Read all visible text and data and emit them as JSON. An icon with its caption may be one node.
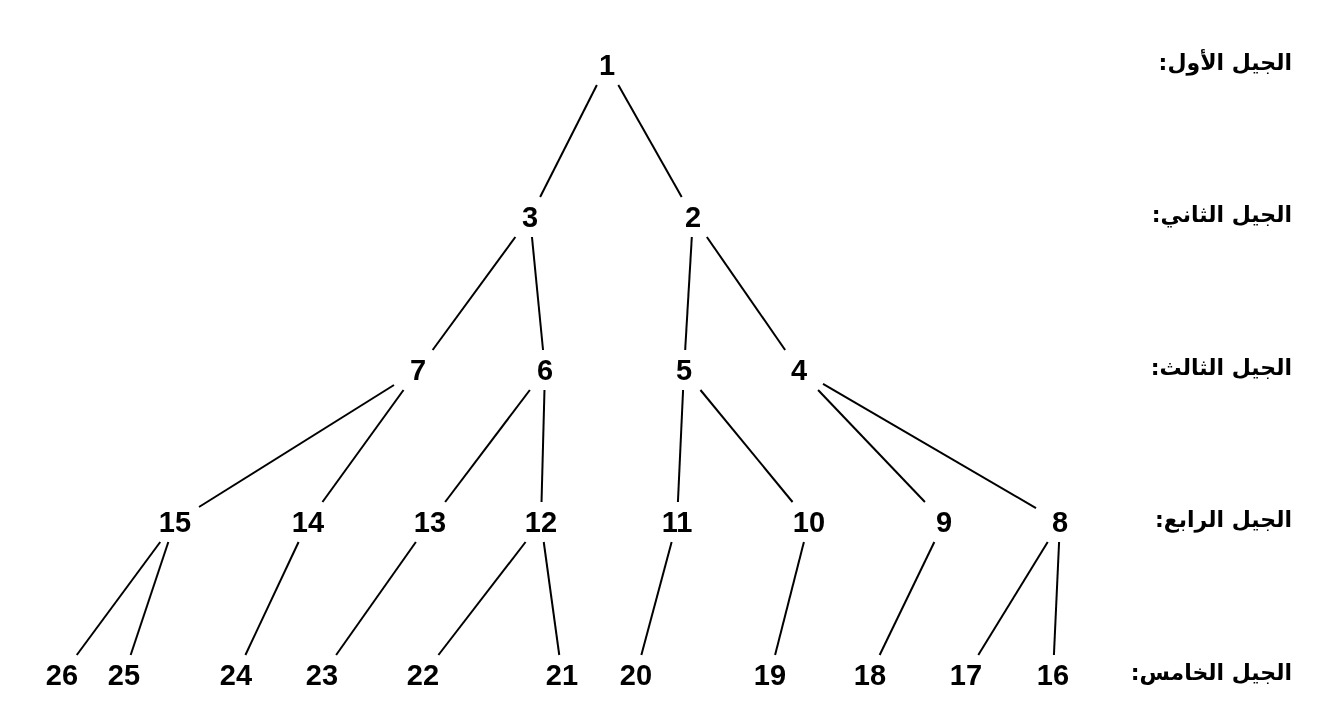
{
  "diagram": {
    "nodes": [
      {
        "text": [
          "1"
        ]
      },
      {
        "text": [
          "2"
        ]
      },
      {
        "text": [
          "3"
        ]
      },
      {
        "text": [
          "4"
        ]
      },
      {
        "text": [
          "5"
        ]
      },
      {
        "text": [
          "6"
        ]
      },
      {
        "text": [
          "7"
        ]
      },
      {
        "text": [
          "8"
        ]
      },
      {
        "text": [
          "9"
        ]
      },
      {
        "text": [
          "10"
        ]
      },
      {
        "text": [
          "11"
        ]
      },
      {
        "text": [
          "12"
        ]
      },
      {
        "text": [
          "13"
        ]
      },
      {
        "text": [
          "14"
        ]
      },
      {
        "text": [
          "15"
        ]
      },
      {
        "text": [
          "16"
        ]
      },
      {
        "text": [
          "17"
        ]
      },
      {
        "text": [
          "18"
        ]
      },
      {
        "text": [
          "19"
        ]
      },
      {
        "text": [
          "20"
        ]
      },
      {
        "text": [
          "21"
        ]
      },
      {
        "text": [
          "22"
        ]
      },
      {
        "text": [
          "23"
        ]
      },
      {
        "text": [
          "24"
        ]
      },
      {
        "text": [
          "25"
        ]
      },
      {
        "text": [
          "26"
        ]
      }
    ],
    "edges": [
      {
        "from": 0,
        "to": 2,
        "arrow": "none"
      },
      {
        "from": 0,
        "to": 1,
        "arrow": "none"
      },
      {
        "from": 2,
        "to": 6,
        "arrow": "none"
      },
      {
        "from": 2,
        "to": 5,
        "arrow": "none"
      },
      {
        "from": 1,
        "to": 4,
        "arrow": "none"
      },
      {
        "from": 1,
        "to": 3,
        "arrow": "none"
      },
      {
        "from": 6,
        "to": 14,
        "arrow": "none"
      },
      {
        "from": 6,
        "to": 13,
        "arrow": "none"
      },
      {
        "from": 5,
        "to": 12,
        "arrow": "none"
      },
      {
        "from": 5,
        "to": 11,
        "arrow": "none"
      },
      {
        "from": 4,
        "to": 10,
        "arrow": "none"
      },
      {
        "from": 4,
        "to": 9,
        "arrow": "none"
      },
      {
        "from": 3,
        "to": 8,
        "arrow": "none"
      },
      {
        "from": 3,
        "to": 7,
        "arrow": "none"
      },
      {
        "from": 14,
        "to": 25,
        "arrow": "none"
      },
      {
        "from": 14,
        "to": 24,
        "arrow": "none"
      },
      {
        "from": 13,
        "to": 23,
        "arrow": "none"
      },
      {
        "from": 12,
        "to": 22,
        "arrow": "none"
      },
      {
        "from": 11,
        "to": 21,
        "arrow": "none"
      },
      {
        "from": 11,
        "to": 20,
        "arrow": "none"
      },
      {
        "from": 10,
        "to": 19,
        "arrow": "none"
      },
      {
        "from": 9,
        "to": 18,
        "arrow": "none"
      },
      {
        "from": 8,
        "to": 17,
        "arrow": "none"
      },
      {
        "from": 7,
        "to": 16,
        "arrow": "none"
      },
      {
        "from": 7,
        "to": 15,
        "arrow": "none"
      }
    ],
    "labels": [
      "الجيل الأول:",
      "الجيل الثاني:",
      "الجيل الثالث:",
      "الجيل الرابع:",
      "الجيل الخامس:"
    ]
  }
}
